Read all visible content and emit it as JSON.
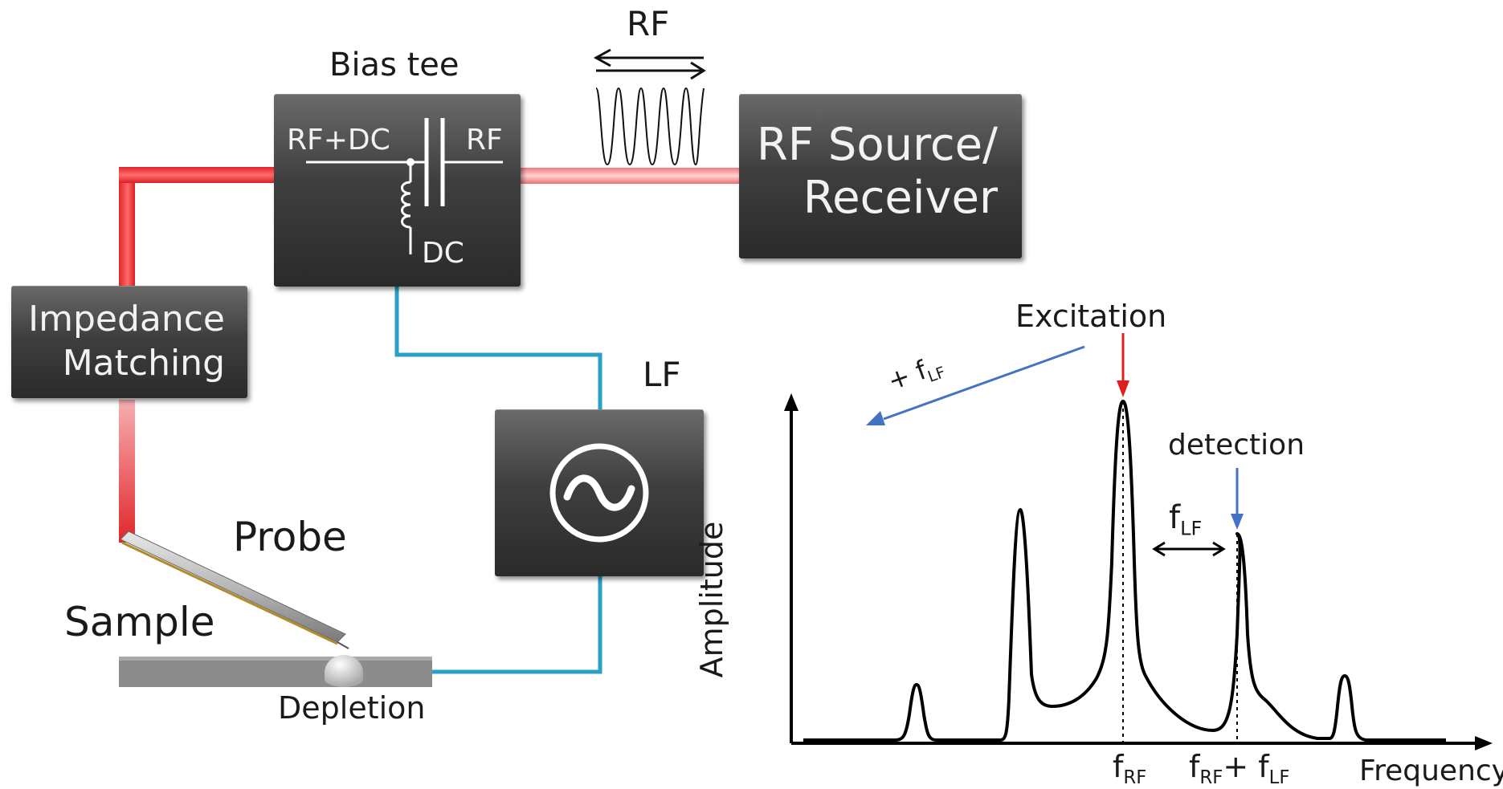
{
  "diagram": {
    "bias_tee": {
      "title": "Bias tee",
      "port_rf_dc": "RF+DC",
      "port_rf": "RF",
      "port_dc": "DC"
    },
    "rf_signal_label": "RF",
    "rf_source": {
      "line1": "RF Source/",
      "line2": "Receiver"
    },
    "impedance": {
      "line1": "Impedance",
      "line2": "Matching"
    },
    "lf": {
      "label": "LF"
    },
    "probe_label": "Probe",
    "sample_label": "Sample",
    "depletion_label": "Depletion",
    "colors": {
      "rf_path": "#e8262a",
      "lf_path": "#2aa0c8",
      "box_dark": "#333333",
      "excitation_arrow": "#e0201e",
      "detection_arrow": "#4472c4"
    }
  },
  "spectrum": {
    "ylabel": "Amplitude",
    "xlabel": "Frequency",
    "excitation_label": "Excitation",
    "detection_label": "detection",
    "plus_flf": {
      "prefix": "+ f",
      "sub": "LF"
    },
    "flf": {
      "main": "f",
      "sub": "LF"
    },
    "frf": {
      "main": "f",
      "sub": "RF"
    },
    "frf_plus_flf": {
      "main1": "f",
      "sub1": "RF",
      "plus": "+ f",
      "sub2": "LF"
    }
  }
}
